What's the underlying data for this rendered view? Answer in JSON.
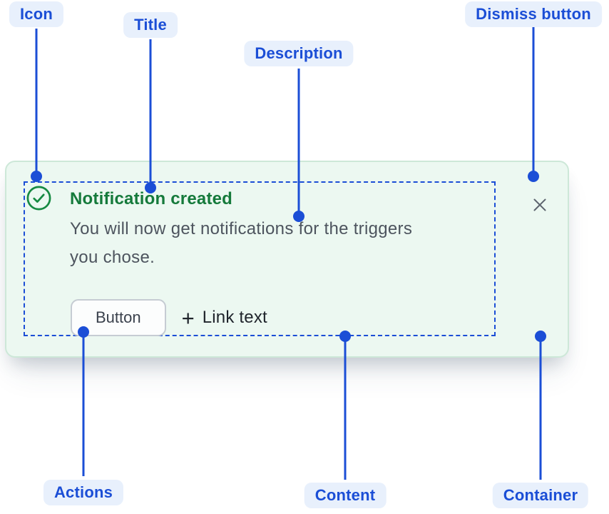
{
  "callouts": {
    "icon": "Icon",
    "title": "Title",
    "description": "Description",
    "dismiss": "Dismiss button",
    "actions": "Actions",
    "content": "Content",
    "container": "Container"
  },
  "flag": {
    "title": "Notification created",
    "description": "You will now get notifications for the triggers you chose.",
    "actions": {
      "button": "Button",
      "plus_glyph": "+",
      "link": "Link text"
    }
  },
  "icons": {
    "status": "check-circle-icon",
    "dismiss": "close-icon"
  },
  "colors": {
    "annotation_blue": "#1b4ed6",
    "annotation_pill_bg": "#e8f0fc",
    "card_background": "#ecf8f1",
    "card_border": "#cde8d8",
    "title_green": "#157a3b",
    "icon_green": "#168a42",
    "description_gray": "#4d545e",
    "dismiss_gray": "#5d646e"
  }
}
